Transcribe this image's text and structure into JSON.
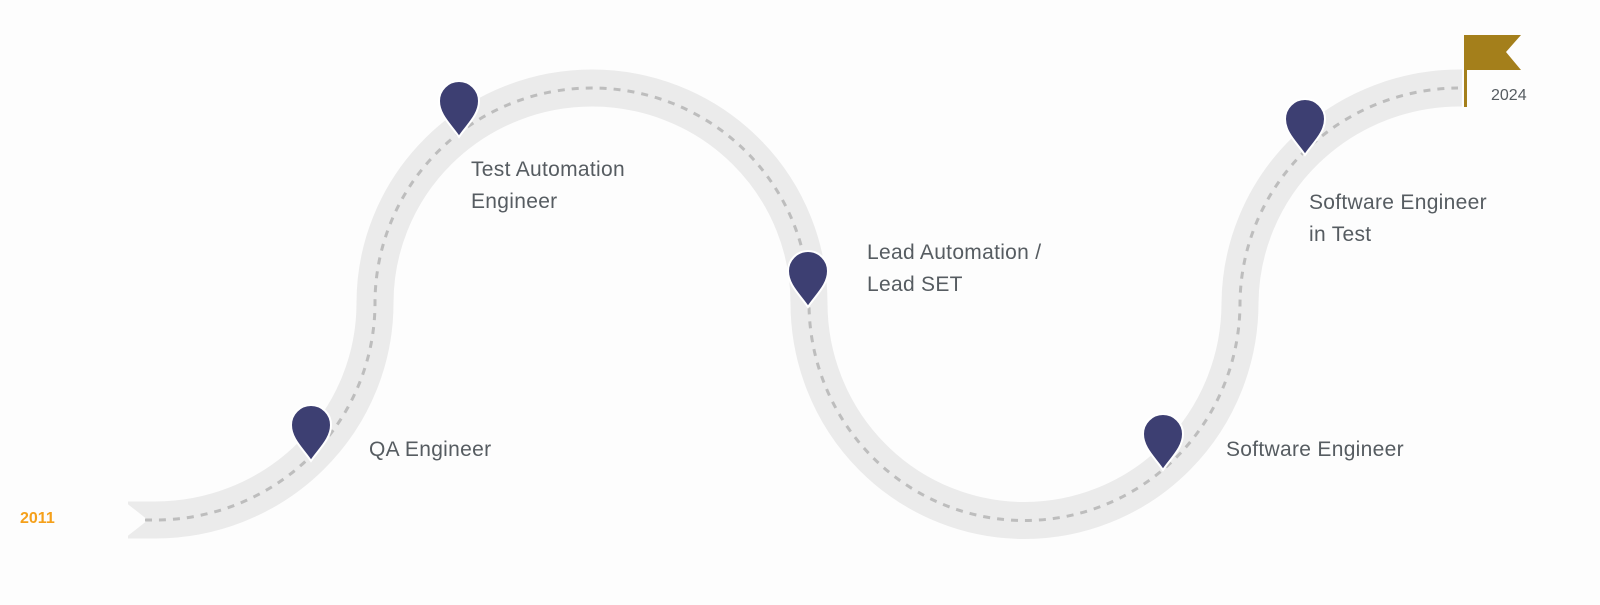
{
  "timeline": {
    "start_year": "2011",
    "end_year": "2024",
    "milestones": [
      {
        "title_line1": "QA Engineer",
        "title_line2": ""
      },
      {
        "title_line1": "Test Automation",
        "title_line2": "Engineer"
      },
      {
        "title_line1": "Lead Automation /",
        "title_line2": "Lead SET"
      },
      {
        "title_line1": "Software Engineer",
        "title_line2": ""
      },
      {
        "title_line1": "Software Engineer",
        "title_line2": "in Test"
      }
    ]
  },
  "colors": {
    "pin": "#3d3f72",
    "road": "#ebebeb",
    "dash": "#bdbdbd",
    "flag": "#a47f1b",
    "start_year": "#f5a01a",
    "text": "#565c61"
  }
}
